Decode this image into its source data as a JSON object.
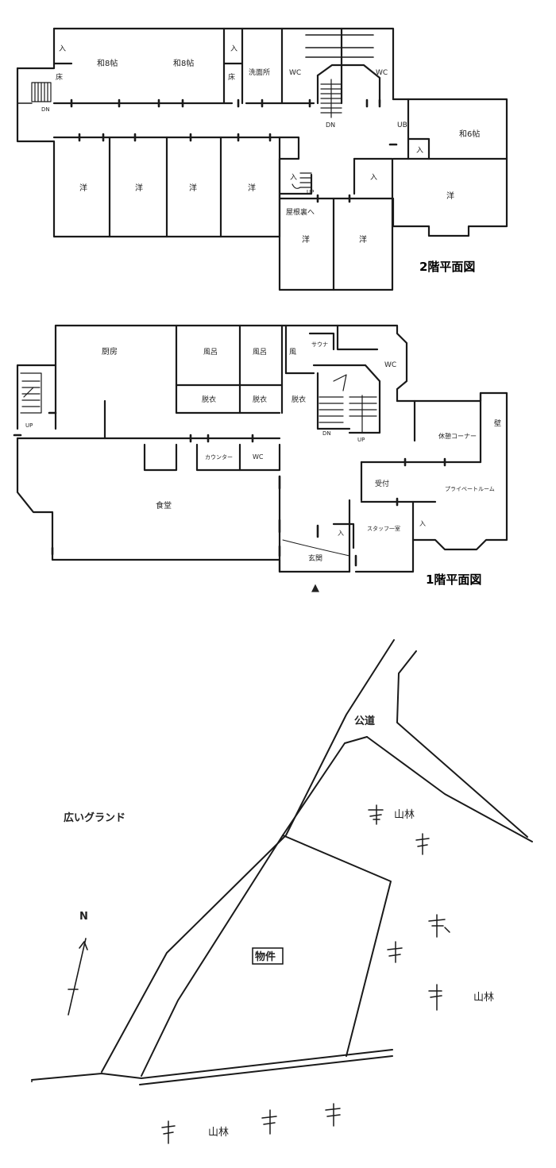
{
  "floor2": {
    "caption": "2階平面図",
    "rooms": {
      "washitsu_a": "和8帖",
      "washitsu_b": "和8帖",
      "tokonoma_a": "床",
      "tokonoma_b": "床",
      "iri_a": "入",
      "iri_b": "入",
      "senmenjo": "洗面所",
      "wc_a": "WC",
      "wc_b": "WC",
      "stair_dn_left": "DN",
      "stair_dn_center": "DN",
      "ub": "UB",
      "washitsu_c": "和6帖",
      "iri_c": "入",
      "you_1": "洋",
      "you_2": "洋",
      "you_3": "洋",
      "you_4": "洋",
      "you_5": "洋",
      "you_6": "洋",
      "you_7": "洋",
      "iri_d": "入",
      "iri_e": "入",
      "stair_up": "UP",
      "yaneura": "屋根裏へ"
    }
  },
  "floor1": {
    "caption": "1階平面図",
    "rooms": {
      "chubo": "厨房",
      "furo_a": "風呂",
      "furo_b": "風呂",
      "furo_c": "風",
      "sauna": "サウナ",
      "wc_a": "WC",
      "wc_b": "WC",
      "datsui_a": "脱衣",
      "datsui_b": "脱衣",
      "datsui_c": "脱衣",
      "stair_up_left": "UP",
      "stair_dn": "DN",
      "stair_up_center": "UP",
      "counter": "カウンター",
      "shokudo": "食堂",
      "kyukei": "休憩コーナー",
      "kabe": "壁",
      "uketsuke": "受付",
      "private": "プライベートルーム",
      "staff": "スタッフ一室",
      "iri_a": "入",
      "iri_b": "入",
      "genkan": "玄関",
      "entrance_mark": "▲"
    }
  },
  "site_map": {
    "koudou": "公道",
    "grand": "広いグランド",
    "sanrin_1": "山林",
    "sanrin_2": "山林",
    "sanrin_3": "山林",
    "bukken": "物件",
    "north": "N"
  }
}
